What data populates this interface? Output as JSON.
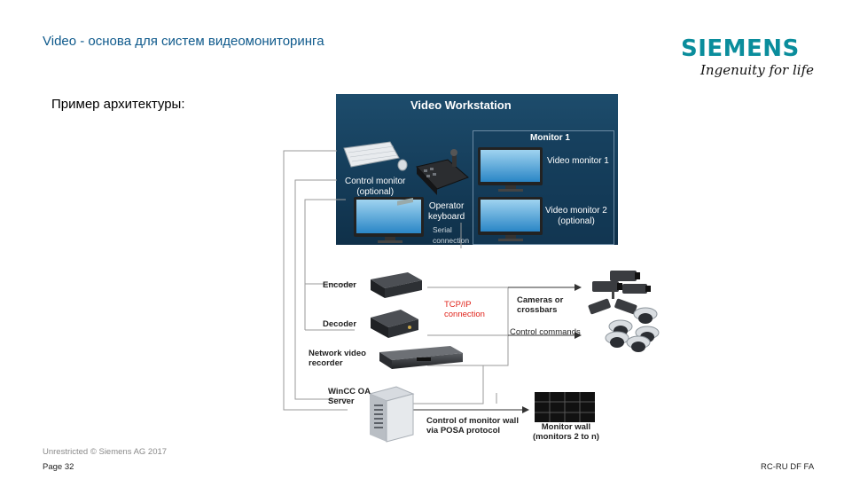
{
  "header": {
    "title": "Video - основа для систем видеомониторинга",
    "logo_word": "SIEMENS",
    "logo_tagline": "Ingenuity for life"
  },
  "subtitle": "Пример архитектуры:",
  "workstation": {
    "title": "Video Workstation",
    "monitor_group_title": "Monitor 1",
    "video_monitor_1": "Video monitor 1",
    "video_monitor_2": "Video monitor 2\n(optional)",
    "control_monitor": "Control monitor\n(optional)",
    "operator_keyboard": "Operator\nkeyboard",
    "serial_connection": "Serial\nconnection"
  },
  "nodes": {
    "encoder": "Encoder",
    "decoder": "Decoder",
    "nvr": "Network video\nrecorder",
    "wincc_server": "WinCC OA\nServer",
    "cameras": "Cameras or\ncrossbars",
    "monitor_wall": "Monitor wall\n(monitors 2 to n)"
  },
  "links": {
    "tcp_ip": "TCP/IP\nconnection",
    "control_commands": "Control commands",
    "posa": "Control of monitor wall\nvia POSA protocol"
  },
  "footer": {
    "copyright": "Unrestricted © Siemens AG 2017",
    "page": "Page 32",
    "department": "RC-RU DF FA"
  },
  "colors": {
    "title_blue": "#0f5a8c",
    "siemens_teal": "#0a8d9c",
    "workstation_bg": "#1d4c6c",
    "tcp_red": "#e0241b"
  }
}
